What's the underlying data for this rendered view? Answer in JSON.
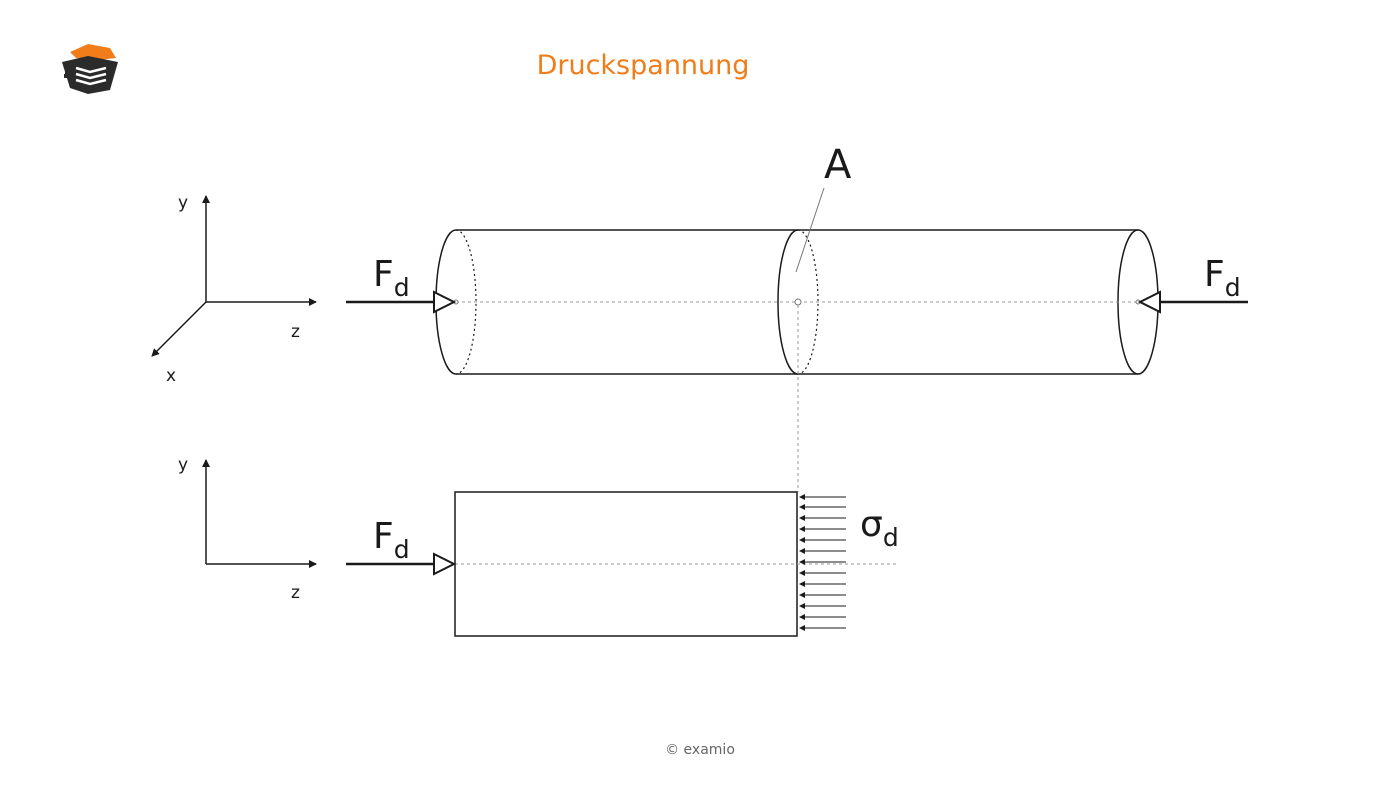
{
  "title": "Druckspannung",
  "copyright": "© examio",
  "colors": {
    "accent": "#f07d1a",
    "line": "#1a1a1a",
    "dashed": "#999999"
  },
  "icons": {
    "logo": "graduation-cap-book-logo"
  },
  "diagram": {
    "top_view": {
      "axes": {
        "y": "y",
        "z": "z",
        "x": "x"
      },
      "area_label": "A",
      "force_left": {
        "main": "F",
        "sub": "d"
      },
      "force_right": {
        "main": "F",
        "sub": "d"
      }
    },
    "bottom_view": {
      "axes": {
        "y": "y",
        "z": "z"
      },
      "force_left": {
        "main": "F",
        "sub": "d"
      },
      "stress_label": {
        "main": "σ",
        "sub": "d"
      }
    }
  }
}
